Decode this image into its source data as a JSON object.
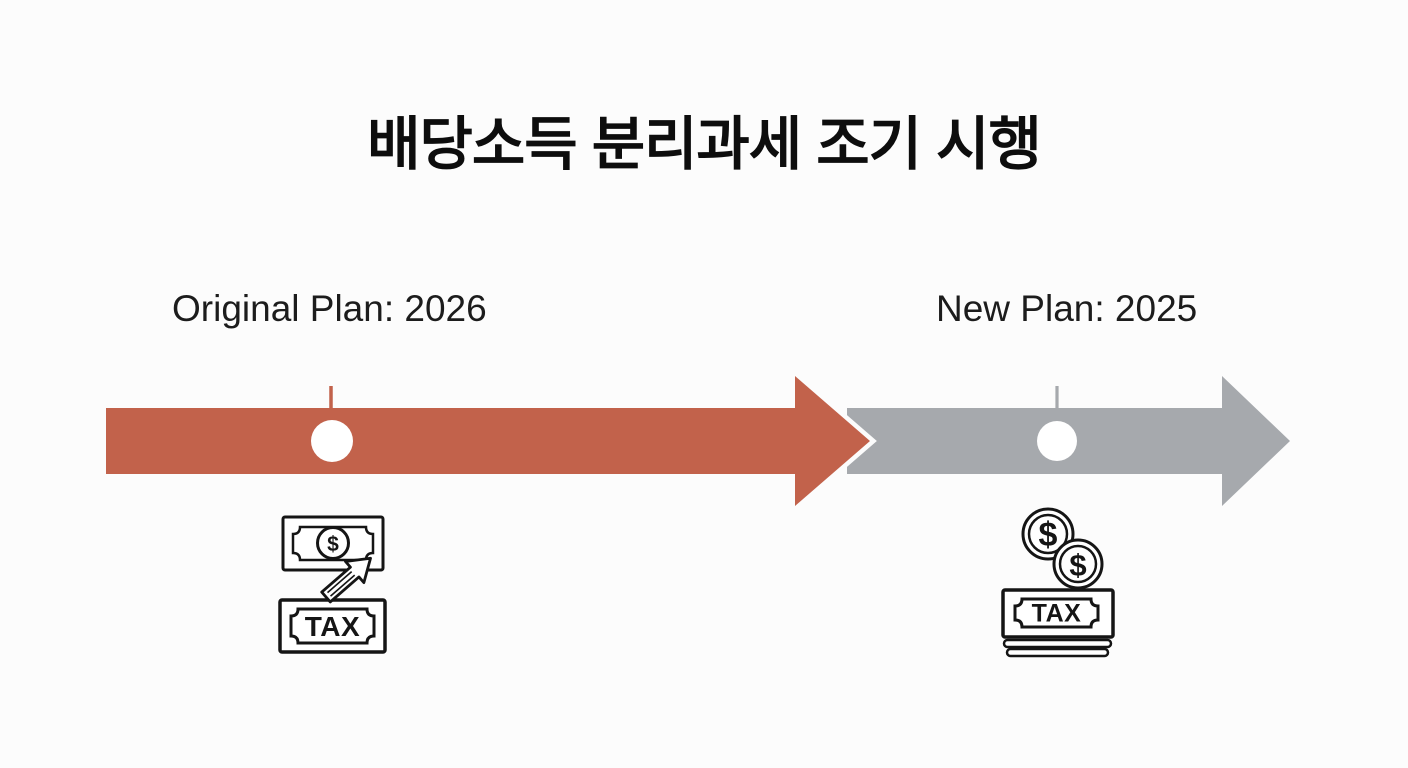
{
  "title": "배당소득 분리과세 조기 시행",
  "timeline": {
    "original_plan": {
      "label": "Original Plan: 2026"
    },
    "new_plan": {
      "label": "New Plan: 2025"
    }
  },
  "icons": {
    "money_bill": {
      "name": "dollar-bill-icon",
      "dollar_sign": "$"
    },
    "growth_arrow": {
      "name": "diagonal-up-arrow-icon"
    },
    "tax_bill": {
      "name": "tax-banknote-icon",
      "label": "TAX"
    },
    "coin_back": {
      "name": "dollar-coin-icon",
      "dollar_sign": "$"
    },
    "coin_front": {
      "name": "dollar-coin-icon",
      "dollar_sign": "$"
    },
    "tax_stack": {
      "name": "tax-bill-stack-icon",
      "label": "TAX"
    }
  },
  "colors": {
    "accent_red": "#c2624b",
    "neutral_gray": "#a6a9ad",
    "ink": "#151515",
    "label_text": "#1c1c1c",
    "background": "#fcfcfc"
  }
}
